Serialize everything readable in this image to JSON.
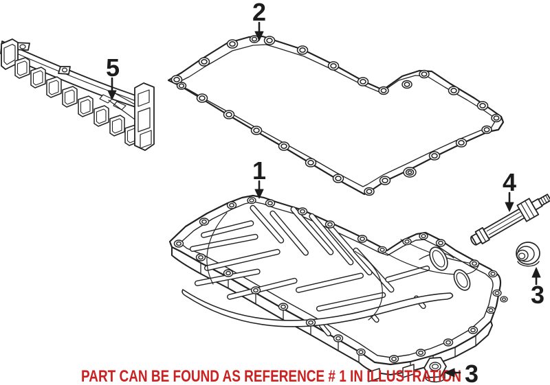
{
  "diagram": {
    "background_color": "#ffffff",
    "line_color": "#222222",
    "callouts": {
      "c1": {
        "label": "1"
      },
      "c2": {
        "label": "2"
      },
      "c3_plug": {
        "label": "3"
      },
      "c3_nut": {
        "label": "3"
      },
      "c4": {
        "label": "4"
      },
      "c5": {
        "label": "5"
      }
    }
  },
  "notice": {
    "text": "PART CAN BE FOUND AS REFERENCE # 1 IN ILLUSTRATION",
    "color": "#cc2121"
  }
}
